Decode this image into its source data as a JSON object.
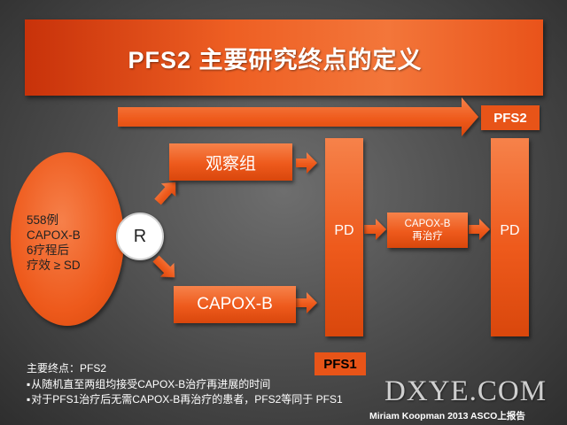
{
  "title": "PFS2 主要研究终点的定义",
  "population": {
    "lines": [
      "558例",
      "CAPOX-B",
      "6疗程后",
      "疗效 ≥ SD"
    ]
  },
  "randomization_label": "R",
  "arms": {
    "observation": "观察组",
    "capox": "CAPOX-B"
  },
  "pd_first": "PD",
  "retreatment": {
    "line1": "CAPOX-B",
    "line2": "再治疗"
  },
  "pd_second": "PD",
  "pfs1_label": "PFS1",
  "pfs2_label": "PFS2",
  "notes": {
    "heading": "主要终点：PFS2",
    "bullet1": "从随机直至两组均接受CAPOX-B治疗再进展的时间",
    "bullet2": "对于PFS1治疗后无需CAPOX-B再治疗的患者，PFS2等同于  PFS1"
  },
  "watermark": "DXYE.COM",
  "credit": "Miriam Koopman 2013 ASCO上报告",
  "colors": {
    "accent_orange": "#EE5A1C",
    "title_orange": "#E9531A",
    "background": "#4A4A4A"
  }
}
